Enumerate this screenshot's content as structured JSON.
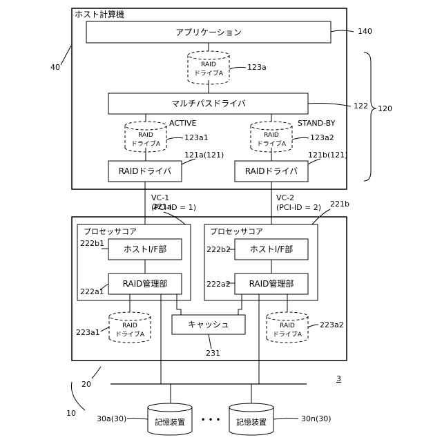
{
  "host": {
    "title": "ホスト計算機",
    "ref": "40",
    "application": {
      "label": "アプリケーション",
      "ref": "140"
    },
    "drive_top": {
      "line1": "RAID",
      "line2": "ドライブA",
      "ref": "123a"
    },
    "multipath": {
      "label": "マルチパスドライバ",
      "ref": "122"
    },
    "bracket_ref": "120",
    "drive_active": {
      "status": "ACTIVE",
      "line1": "RAID",
      "line2": "ドライブA",
      "ref": "123a1"
    },
    "drive_standby": {
      "status": "STAND-BY",
      "line1": "RAID",
      "line2": "ドライブA",
      "ref": "123a2"
    },
    "raid_driver_a": {
      "label": "RAIDドライバ",
      "ref": "121a(121)"
    },
    "raid_driver_b": {
      "label": "RAIDドライバ",
      "ref": "121b(121)"
    }
  },
  "links": {
    "vc1": {
      "line1": "VC-1",
      "line2": "(PCI-ID = 1)"
    },
    "vc2": {
      "line1": "VC-2",
      "line2": "(PCI-ID = 2)"
    }
  },
  "storage": {
    "ref": "20",
    "core_a": {
      "label": "プロセッサコア",
      "ref": "221a",
      "hostif": {
        "label": "ホストI/F部",
        "ref": "222b1"
      },
      "raidmgr": {
        "label": "RAID管理部",
        "ref": "222a1"
      },
      "drive": {
        "line1": "RAID",
        "line2": "ドライブA",
        "ref": "223a1"
      }
    },
    "core_b": {
      "label": "プロセッサコア",
      "ref": "221b",
      "hostif": {
        "label": "ホストI/F部",
        "ref": "222b2"
      },
      "raidmgr": {
        "label": "RAID管理部",
        "ref": "222a2"
      },
      "drive": {
        "line1": "RAID",
        "line2": "ドライブA",
        "ref": "223a2"
      }
    },
    "cache": {
      "label": "キャッシュ",
      "ref": "231"
    }
  },
  "system_ref": "3",
  "bus_ref": "10",
  "storage_device_a": {
    "label": "記憶装置",
    "ref": "30a(30)"
  },
  "storage_device_n": {
    "label": "記憶装置",
    "ref": "30n(30)"
  },
  "ellipsis": "• • •"
}
